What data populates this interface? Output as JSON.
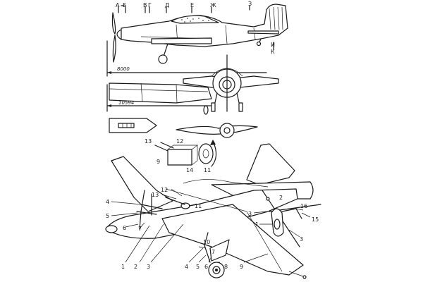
{
  "side_view": {
    "section_marks": [
      "А",
      "Б",
      "В",
      "Г",
      "Д",
      "Е",
      "Ж",
      "З",
      "И",
      "К"
    ]
  },
  "dimensions": {
    "fuselage_length": "8000",
    "wingspan": "10594"
  },
  "callouts": {
    "detail": [
      "13",
      "12",
      "9",
      "14",
      "11"
    ],
    "main": [
      "4",
      "13",
      "12",
      "5",
      "6",
      "7",
      "11",
      "1",
      "2",
      "3",
      "10",
      "4",
      "5",
      "6",
      "7",
      "8",
      "9"
    ],
    "inset": [
      "3",
      "2",
      "1",
      "16",
      "15",
      "3"
    ]
  }
}
